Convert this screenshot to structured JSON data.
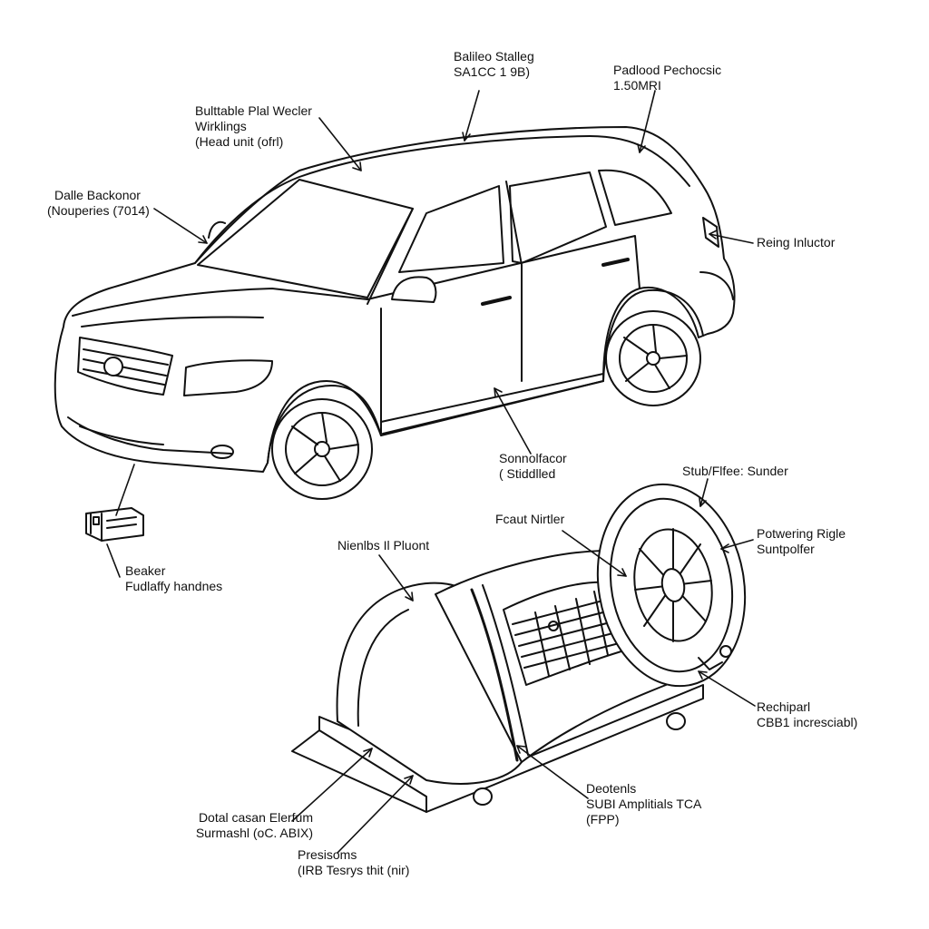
{
  "colors": {
    "ink": "#111111",
    "background": "#ffffff",
    "fill": "#ffffff"
  },
  "labels": {
    "top_center": {
      "title": "Balileo Stalleg",
      "sub": "SA1CC 1 9B)"
    },
    "top_right": {
      "title": "Padlood Pechocsic",
      "sub": "1.50MRI"
    },
    "head_unit": {
      "title": "Bulttable Plal Wecler",
      "sub": "Wirklings",
      "sub2": "(Head unit (ofrl)"
    },
    "dale": {
      "title": "Dalle Backonor",
      "sub": "(Nouperies (7014)"
    },
    "reing": {
      "title": "Reing Inluctor"
    },
    "sonnolfacor": {
      "title": "Sonnolfacor",
      "sub": "( Stiddlled"
    },
    "stub": {
      "title": "Stub/Flfee: Sunder"
    },
    "beaker": {
      "title": "Beaker",
      "sub": "Fudlaffy handnes"
    },
    "fcaut": {
      "title": "Fcaut Nirtler"
    },
    "nienlbs": {
      "title": "Nienlbs Il Pluont"
    },
    "powering": {
      "title": "Potwering Rigle",
      "sub": "Suntpolfer"
    },
    "rechipari": {
      "title": "Rechiparl",
      "sub": "CBB1 incresciabl)"
    },
    "deotenls": {
      "title": "Deotenls",
      "sub": "SUBI Amplitials TCA",
      "sub2": "(FPP)"
    },
    "dotal": {
      "title": "Dotal casan Elerfum",
      "sub": "Surmashl (oC. ABIX)"
    },
    "presisoms": {
      "title": "Presisoms",
      "sub": "(IRB Tesrys thit (nir)"
    }
  }
}
